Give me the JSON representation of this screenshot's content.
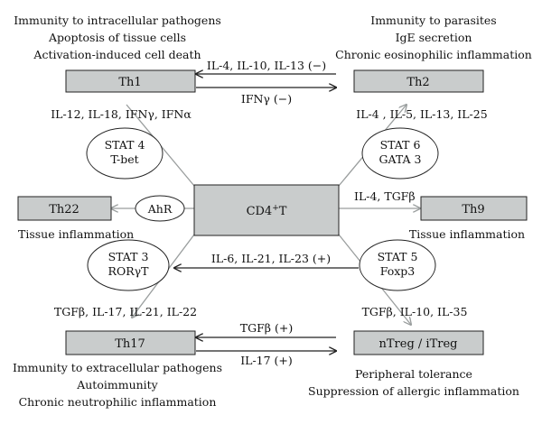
{
  "nodes": {
    "th1": "Th1",
    "th2": "Th2",
    "th22": "Th22",
    "cd4": "CD4",
    "cd4_sup": "+",
    "cd4_suffix": "T",
    "th9": "Th9",
    "th17": "Th17",
    "treg": "nTreg / iTreg"
  },
  "transcription_factors": {
    "stat4": [
      "STAT 4",
      "T-bet"
    ],
    "stat6": [
      "STAT 6",
      "GATA 3"
    ],
    "ahr": "AhR",
    "stat3": [
      "STAT 3",
      "RORγT"
    ],
    "stat5": [
      "STAT 5",
      "Foxp3"
    ]
  },
  "functions": {
    "th1": [
      "Immunity to intracellular pathogens",
      "Apoptosis of tissue cells",
      "Activation-induced cell death"
    ],
    "th2": [
      "Immunity to parasites",
      "IgE secretion",
      "Chronic eosinophilic inflammation"
    ],
    "th22": "Tissue inflammation",
    "th9": "Tissue inflammation",
    "th17": [
      "Immunity to extracellular pathogens",
      "Autoimmunity",
      "Chronic neutrophilic inflammation"
    ],
    "treg": [
      "Peripheral tolerance",
      "Suppression of allergic inflammation"
    ]
  },
  "cytokines": {
    "th1_inducers": "IL-12, IL-18, IFNγ, IFNα",
    "th2_inducers": "IL-4 , IL-5, IL-13, IL-25",
    "th2_to_th1": "IL-4, IL-10, IL-13 (−)",
    "th1_to_th2": "IFNγ (−)",
    "th9_inducers": "IL-4, TGFβ",
    "to_stat3": "IL-6, IL-21, IL-23 (+)",
    "th17_inducers": "TGFβ, IL-17, IL-21, IL-22",
    "treg_inducers": "TGFβ, IL-10, IL-35",
    "treg_to_th17": "TGFβ (+)",
    "th17_to_treg": "IL-17 (+)"
  }
}
